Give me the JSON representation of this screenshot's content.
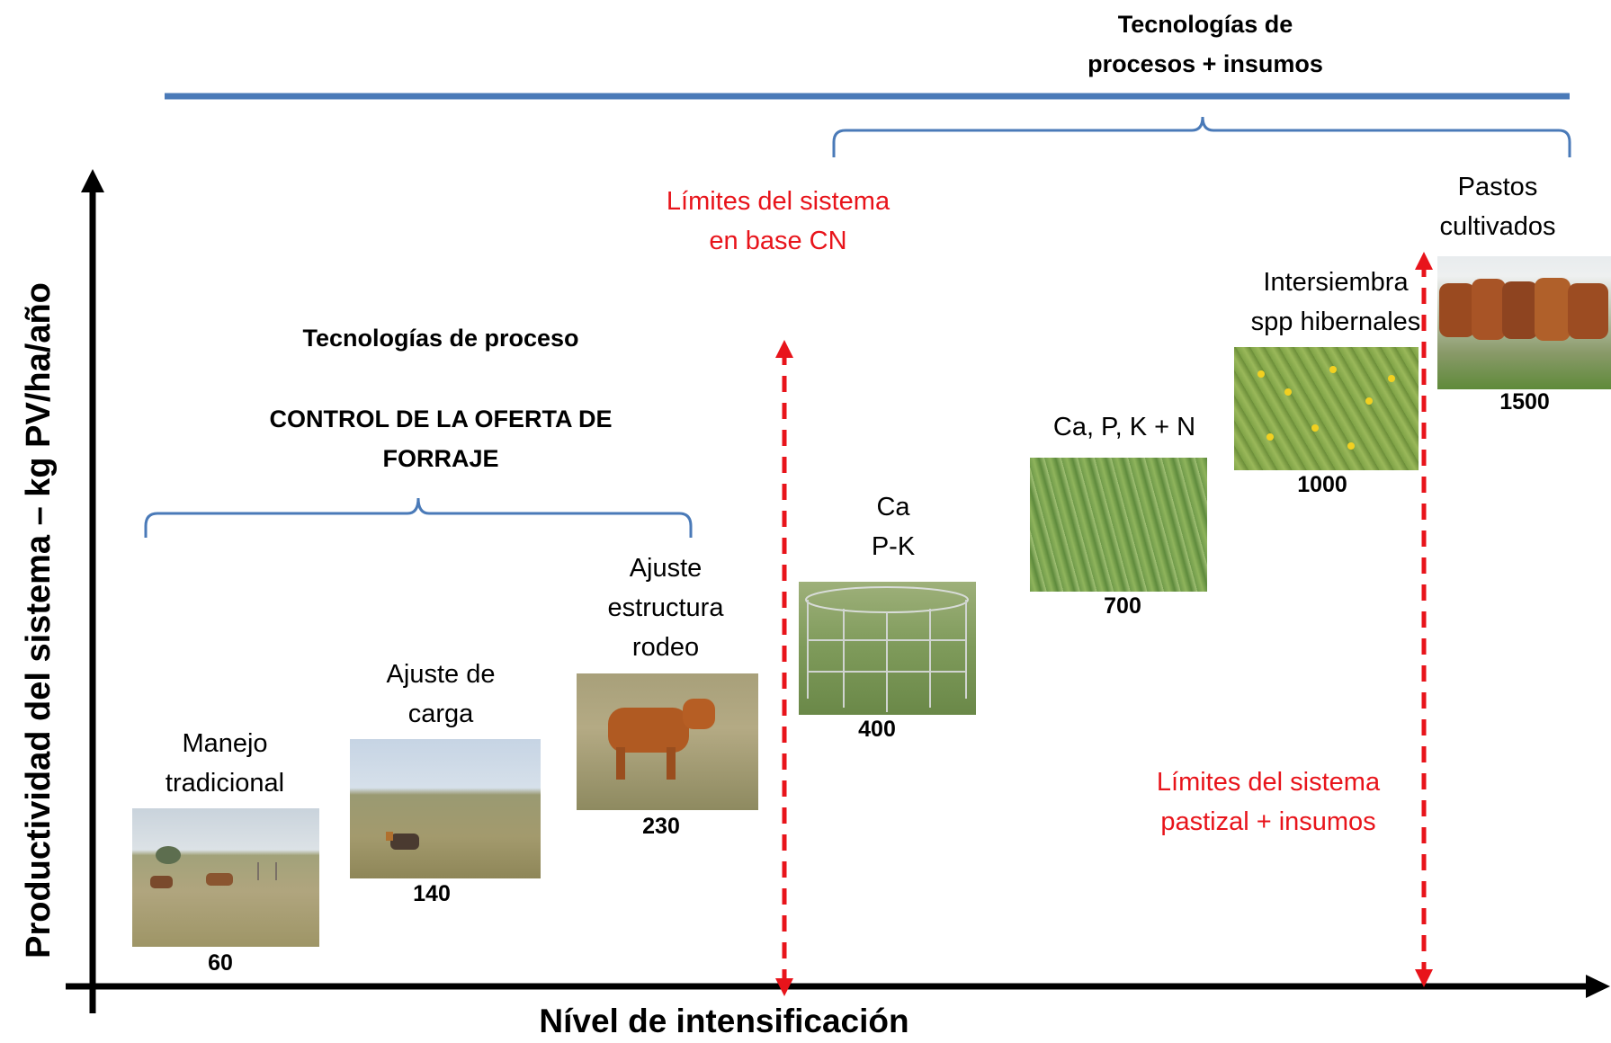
{
  "axes": {
    "y_label": "Productividad del sistema – kg PV/ha/año",
    "x_label": "Nível de intensificación"
  },
  "top_group": {
    "title_line1": "Tecnologías de",
    "title_line2": "procesos + insumos"
  },
  "left_group": {
    "heading": "Tecnologías de proceso",
    "subheading_line1": "CONTROL DE LA OFERTA DE",
    "subheading_line2": "FORRAJE"
  },
  "limits": {
    "cn_line1": "Límites del sistema",
    "cn_line2": "en base CN",
    "pastizal_line1": "Límites del sistema",
    "pastizal_line2": "pastizal + insumos"
  },
  "stages": [
    {
      "label_line1": "Manejo",
      "label_line2": "tradicional",
      "label_line3": "",
      "value": "60",
      "photo": "cattle-grazing-dry-grassland"
    },
    {
      "label_line1": "Ajuste de",
      "label_line2": "carga",
      "label_line3": "",
      "value": "140",
      "photo": "cattle-in-tall-grass"
    },
    {
      "label_line1": "Ajuste",
      "label_line2": "estructura",
      "label_line3": "rodeo",
      "value": "230",
      "photo": "brown-calf-standing"
    },
    {
      "label_line1": "Ca",
      "label_line2": "P-K",
      "label_line3": "",
      "value": "400",
      "photo": "wire-exclosure-on-grass"
    },
    {
      "label_line1": "Ca, P, K + N",
      "label_line2": "",
      "label_line3": "",
      "value": "700",
      "photo": "green-grass-closeup"
    },
    {
      "label_line1": "Intersiembra",
      "label_line2": "spp hibernales",
      "label_line3": "",
      "value": "1000",
      "photo": "clover-with-yellow-flowers"
    },
    {
      "label_line1": "Pastos",
      "label_line2": "cultivados",
      "label_line3": "",
      "value": "1500",
      "photo": "herd-of-cattle-on-pasture"
    }
  ],
  "colors": {
    "bracket_blue": "#4a7ab8",
    "limit_red": "#e8141b",
    "axis_black": "#000000"
  }
}
